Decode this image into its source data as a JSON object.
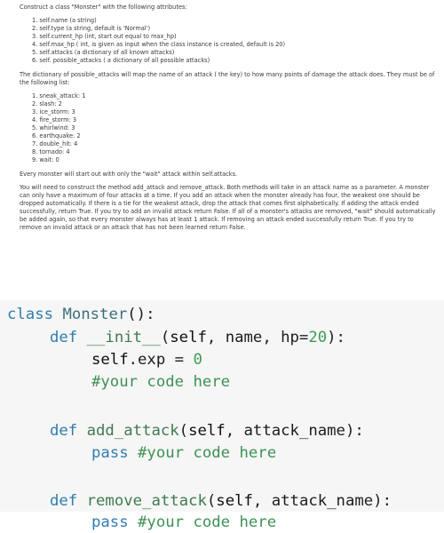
{
  "problem": {
    "intro": "Construct a class \"Monster\" with the following attributes:",
    "attributes": [
      "1. self.name (a string)",
      "2. self.type (a string, default is 'Normal')",
      "3. self.current_hp (int, start out equal to max_hp)",
      "4. self.max_hp ( int, is given as input when the class instance is created, default is 20)",
      "5. self.attacks (a dictionary of all known attacks)",
      "6. self. possible_attacks ( a dictionary of all possible attacks)"
    ],
    "possible_attacks_intro": "The dictionary of possible_attacks will map the name of an attack ( the key) to how many points of damage the attack does. They must be of the following list:",
    "attacks": [
      "1. sneak_attack: 1",
      "2. slash: 2",
      "3. ice_storm: 3",
      "4. fire_storm: 3",
      "5. whirlwind: 3",
      "6. earthquake: 2",
      "7. double_hit: 4",
      "8. tornado: 4",
      "9. wait: 0"
    ],
    "wait_note": "Every monster will start out with only the \"wait\" attack within self.attacks.",
    "methods_description": "You will need to construct the method add_attack and remove_attack. Both methods will take in an attack name as a parameter. A monster can only have a maximum of four attacks at a time. If you add an attack when the monster already has four, the weakest one should be dropped automatically. If there is a tie for the weakest attack, drop the attack that comes first alphabetically. If adding the attack ended successfully, return True. If you try to add an invalid attack return False. If all of a monster's attacks are removed, \"wait\" should automatically be added again, so that every monster always has at least 1 attack. If removing an attack ended successfully return True. If you try to remove an invalid attack or an attack that has not been learned return False."
  },
  "code": {
    "class_kw": "class",
    "class_name": "Monster",
    "class_tail": "():",
    "def_kw": "def",
    "init_name": "__init__",
    "init_params_open": "(",
    "init_self": "self",
    "init_params_mid": ", name, hp=",
    "init_default": "20",
    "init_params_close": "):",
    "self_kw": "self",
    "exp_attr": ".exp = ",
    "exp_value": "0",
    "comment": "#your code here",
    "add_name": "add_attack",
    "add_params_open": "(",
    "add_params_mid": ", attack_name):",
    "pass_kw": "pass",
    "remove_name": "remove_attack",
    "remove_params_open": "(",
    "remove_params_mid": ", attack_name):"
  }
}
